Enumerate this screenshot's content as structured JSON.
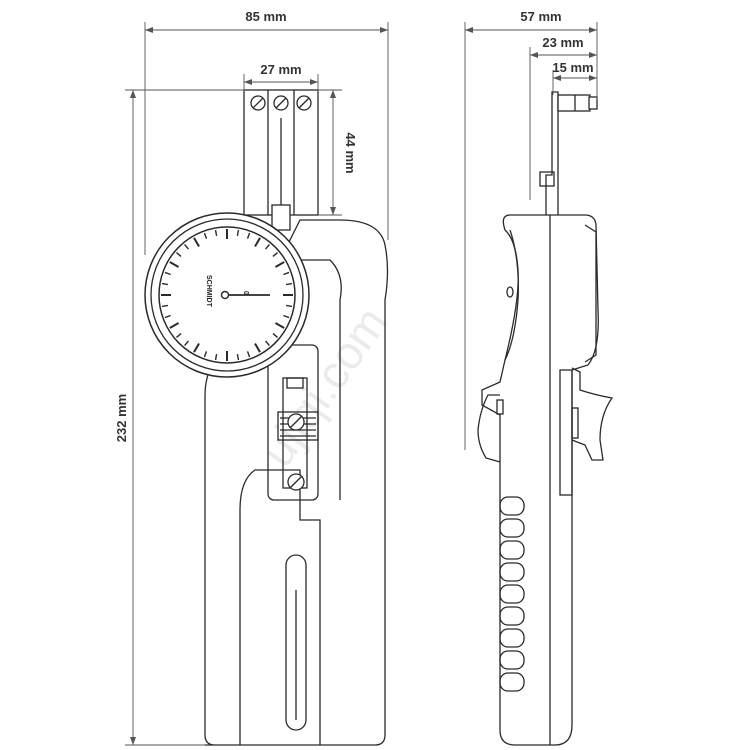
{
  "dimensions": {
    "width_front": "85 mm",
    "head_width": "27 mm",
    "head_height": "44 mm",
    "total_height": "232 mm",
    "depth_side": "57 mm",
    "roller_offset": "23 mm",
    "roller_width": "15 mm"
  },
  "dial": {
    "brand": "SCHMIDT",
    "zero_mark": "0"
  },
  "watermark": "ujiqi.com",
  "colors": {
    "line": "#2a2a2a",
    "dimension_line": "#555555",
    "body_fill": "#ffffff"
  }
}
